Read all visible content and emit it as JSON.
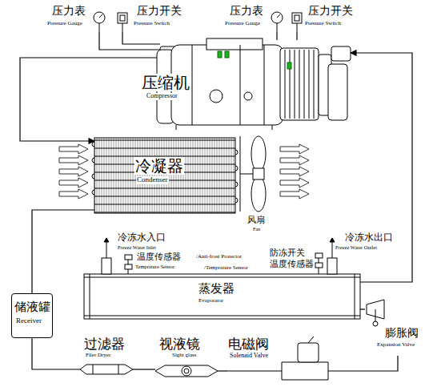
{
  "diagram": {
    "nodes": [
      {
        "text": [
          "压力表",
          "Pressure Gauge"
        ]
      },
      {
        "text": [
          "压力开关",
          "Pressure Switch"
        ]
      },
      {
        "text": [
          "压力表",
          "Pressure Gauge"
        ]
      },
      {
        "text": [
          "压力开关",
          "Pressure Switch"
        ]
      },
      {
        "text": [
          "压缩机",
          "Compressor"
        ]
      },
      {
        "text": [
          "冷凝器",
          "Condenser"
        ]
      },
      {
        "text": [
          "风扇",
          "Fan"
        ]
      },
      {
        "text": [
          "蒸发器",
          "Evaporator"
        ]
      },
      {
        "text": [
          "储液罐",
          "Receiver"
        ]
      },
      {
        "text": [
          "过滤器",
          "Filer Dryer"
        ]
      },
      {
        "text": [
          "视液镜",
          "Sight glass"
        ]
      },
      {
        "text": [
          "电磁阀",
          "Solenaid Valve"
        ]
      },
      {
        "text": [
          "膨胀阀",
          "Expansion Valve"
        ]
      }
    ],
    "edges": [
      {
        "from": 0,
        "to": 4,
        "arrow": "none"
      },
      {
        "from": 1,
        "to": 4,
        "arrow": "none"
      },
      {
        "from": 2,
        "to": 4,
        "arrow": "none"
      },
      {
        "from": 3,
        "to": 4,
        "arrow": "none"
      },
      {
        "from": 4,
        "to": 5,
        "arrow": "to"
      },
      {
        "from": 5,
        "to": 8,
        "arrow": "none"
      },
      {
        "from": 8,
        "to": 9,
        "arrow": "none"
      },
      {
        "from": 9,
        "to": 10,
        "arrow": "none"
      },
      {
        "from": 10,
        "to": 11,
        "arrow": "none"
      },
      {
        "from": 11,
        "to": 12,
        "arrow": "none"
      },
      {
        "from": 12,
        "to": 7,
        "arrow": "none"
      },
      {
        "from": 7,
        "to": 4,
        "arrow": "to"
      }
    ],
    "labels": [
      "冷冻水入口",
      "Freeze Water Inlet",
      "温度传感器",
      "Temprature Sensor",
      "/Anti-frost Protector",
      "防冻开关",
      "温度传感器",
      "/Temprature Sensor",
      "冷冻水出口",
      "Freeze Water Outlet"
    ]
  }
}
